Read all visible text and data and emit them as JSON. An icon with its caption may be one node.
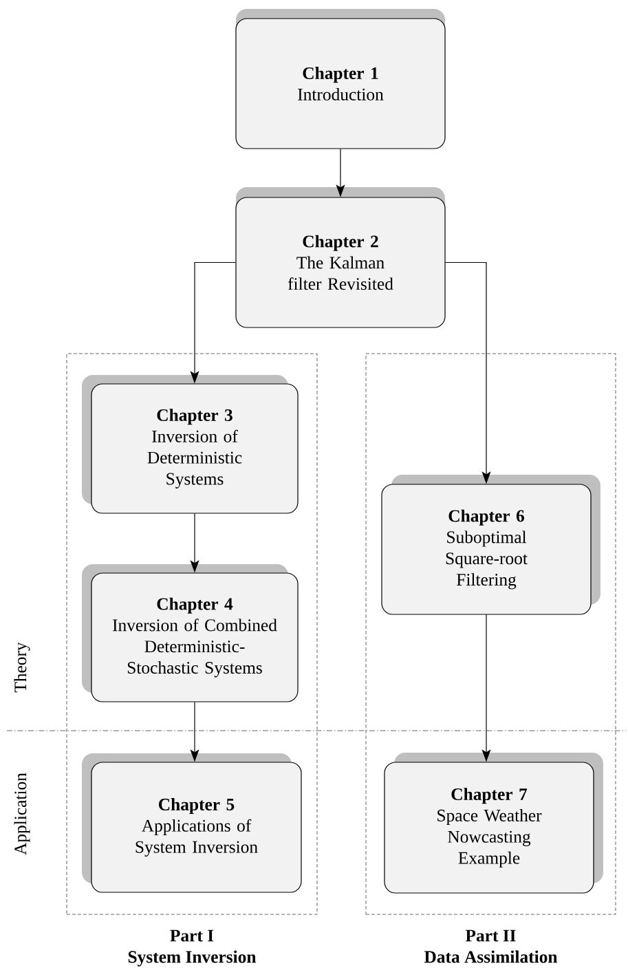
{
  "diagram": {
    "nodes": [
      {
        "text": [
          "Chapter 1",
          "Introduction"
        ]
      },
      {
        "text": [
          "Chapter 2",
          "The Kalman filter Revisited"
        ]
      },
      {
        "text": [
          "Part I",
          "System Inversion"
        ]
      },
      {
        "text": [
          "Chapter 3",
          "Inversion of Deterministic Systems"
        ],
        "in": 2
      },
      {
        "text": [
          "Chapter 4",
          "Inversion of Combined Deterministic-Stochastic Systems"
        ],
        "in": 2
      },
      {
        "text": [
          "Chapter 5",
          "Applications of System Inversion"
        ],
        "in": 2
      },
      {
        "text": [
          "Part II",
          "Data Assimilation"
        ]
      },
      {
        "text": [
          "Chapter 6",
          "Suboptimal Square-root Filtering"
        ],
        "in": 6
      },
      {
        "text": [
          "Chapter 7",
          "Space Weather Nowcasting Example"
        ],
        "in": 6
      }
    ],
    "edges": [
      {
        "from": 0,
        "to": 1,
        "arrow": "to"
      },
      {
        "from": 1,
        "to": 3,
        "arrow": "to"
      },
      {
        "from": 1,
        "to": 7,
        "arrow": "to"
      },
      {
        "from": 3,
        "to": 4,
        "arrow": "to"
      },
      {
        "from": 4,
        "to": 5,
        "arrow": "to"
      },
      {
        "from": 7,
        "to": 8,
        "arrow": "to"
      }
    ],
    "labels": [
      "Theory",
      "Application"
    ]
  }
}
